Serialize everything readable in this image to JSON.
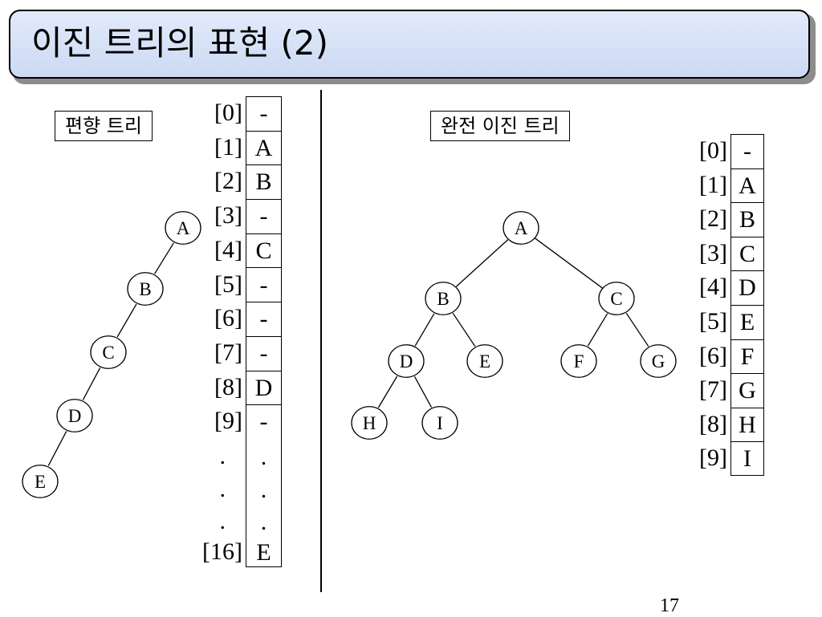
{
  "slide": {
    "title": "이진 트리의 표현 (2)",
    "page_number": "17"
  },
  "left": {
    "label": "편향 트리",
    "array": {
      "indices": [
        "[0]",
        "[1]",
        "[2]",
        "[3]",
        "[4]",
        "[5]",
        "[6]",
        "[7]",
        "[8]",
        "[9]",
        ".",
        ".",
        ".",
        "[16]"
      ],
      "values": [
        "-",
        "A",
        "B",
        "-",
        "C",
        "-",
        "-",
        "-",
        "D",
        "-",
        ".",
        ".",
        ".",
        "E"
      ]
    },
    "tree": {
      "nodes": [
        {
          "id": "A",
          "label": "A"
        },
        {
          "id": "B",
          "label": "B"
        },
        {
          "id": "C",
          "label": "C"
        },
        {
          "id": "D",
          "label": "D"
        },
        {
          "id": "E",
          "label": "E"
        }
      ],
      "edges": [
        [
          "A",
          "B"
        ],
        [
          "B",
          "C"
        ],
        [
          "C",
          "D"
        ],
        [
          "D",
          "E"
        ]
      ]
    }
  },
  "right": {
    "label": "완전 이진 트리",
    "array": {
      "indices": [
        "[0]",
        "[1]",
        "[2]",
        "[3]",
        "[4]",
        "[5]",
        "[6]",
        "[7]",
        "[8]",
        "[9]"
      ],
      "values": [
        "-",
        "A",
        "B",
        "C",
        "D",
        "E",
        "F",
        "G",
        "H",
        "I"
      ]
    },
    "tree": {
      "nodes": [
        {
          "id": "A",
          "label": "A"
        },
        {
          "id": "B",
          "label": "B"
        },
        {
          "id": "C",
          "label": "C"
        },
        {
          "id": "D",
          "label": "D"
        },
        {
          "id": "E",
          "label": "E"
        },
        {
          "id": "F",
          "label": "F"
        },
        {
          "id": "G",
          "label": "G"
        },
        {
          "id": "H",
          "label": "H"
        },
        {
          "id": "I",
          "label": "I"
        }
      ],
      "edges": [
        [
          "A",
          "B"
        ],
        [
          "A",
          "C"
        ],
        [
          "B",
          "D"
        ],
        [
          "B",
          "E"
        ],
        [
          "C",
          "F"
        ],
        [
          "C",
          "G"
        ],
        [
          "D",
          "H"
        ],
        [
          "D",
          "I"
        ]
      ]
    }
  }
}
